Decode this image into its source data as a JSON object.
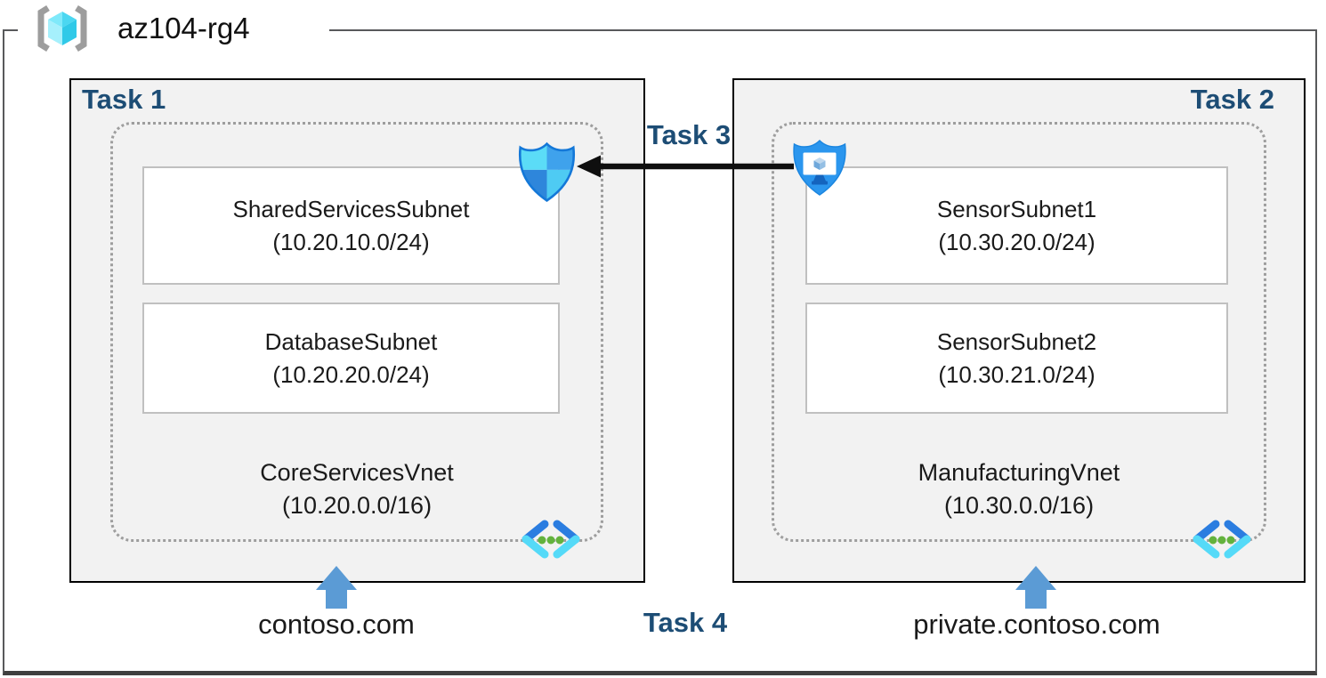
{
  "resource_group": {
    "name": "az104-rg4"
  },
  "tasks": {
    "task1": "Task 1",
    "task2": "Task 2",
    "task3": "Task 3",
    "task4": "Task 4"
  },
  "left_network": {
    "vnet_name": "CoreServicesVnet",
    "vnet_cidr": "(10.20.0.0/16)",
    "subnets": [
      {
        "name": "SharedServicesSubnet",
        "cidr": "(10.20.10.0/24)"
      },
      {
        "name": "DatabaseSubnet",
        "cidr": "(10.20.20.0/24)"
      }
    ],
    "dns_zone": "contoso.com"
  },
  "right_network": {
    "vnet_name": "ManufacturingVnet",
    "vnet_cidr": "(10.30.0.0/16)",
    "subnets": [
      {
        "name": "SensorSubnet1",
        "cidr": "(10.30.20.0/24)"
      },
      {
        "name": "SensorSubnet2",
        "cidr": "(10.30.21.0/24)"
      }
    ],
    "dns_zone": "private.contoso.com"
  },
  "icons": {
    "resource_group": "resource-group-icon",
    "network_security_group": "nsg-shield-icon",
    "application_security_group": "asg-shield-icon",
    "virtual_network": "virtual-network-icon",
    "dns_pointer": "up-arrow-icon",
    "peering": "left-arrow-icon"
  },
  "colors": {
    "task_label": "#1d4d75",
    "box_fill": "#f2f2f2",
    "dns_arrow": "#5b9bd5",
    "shield_fill": "#2b96ee",
    "cube_cyan": "#50d9f0",
    "dot_green": "#63b23d"
  }
}
